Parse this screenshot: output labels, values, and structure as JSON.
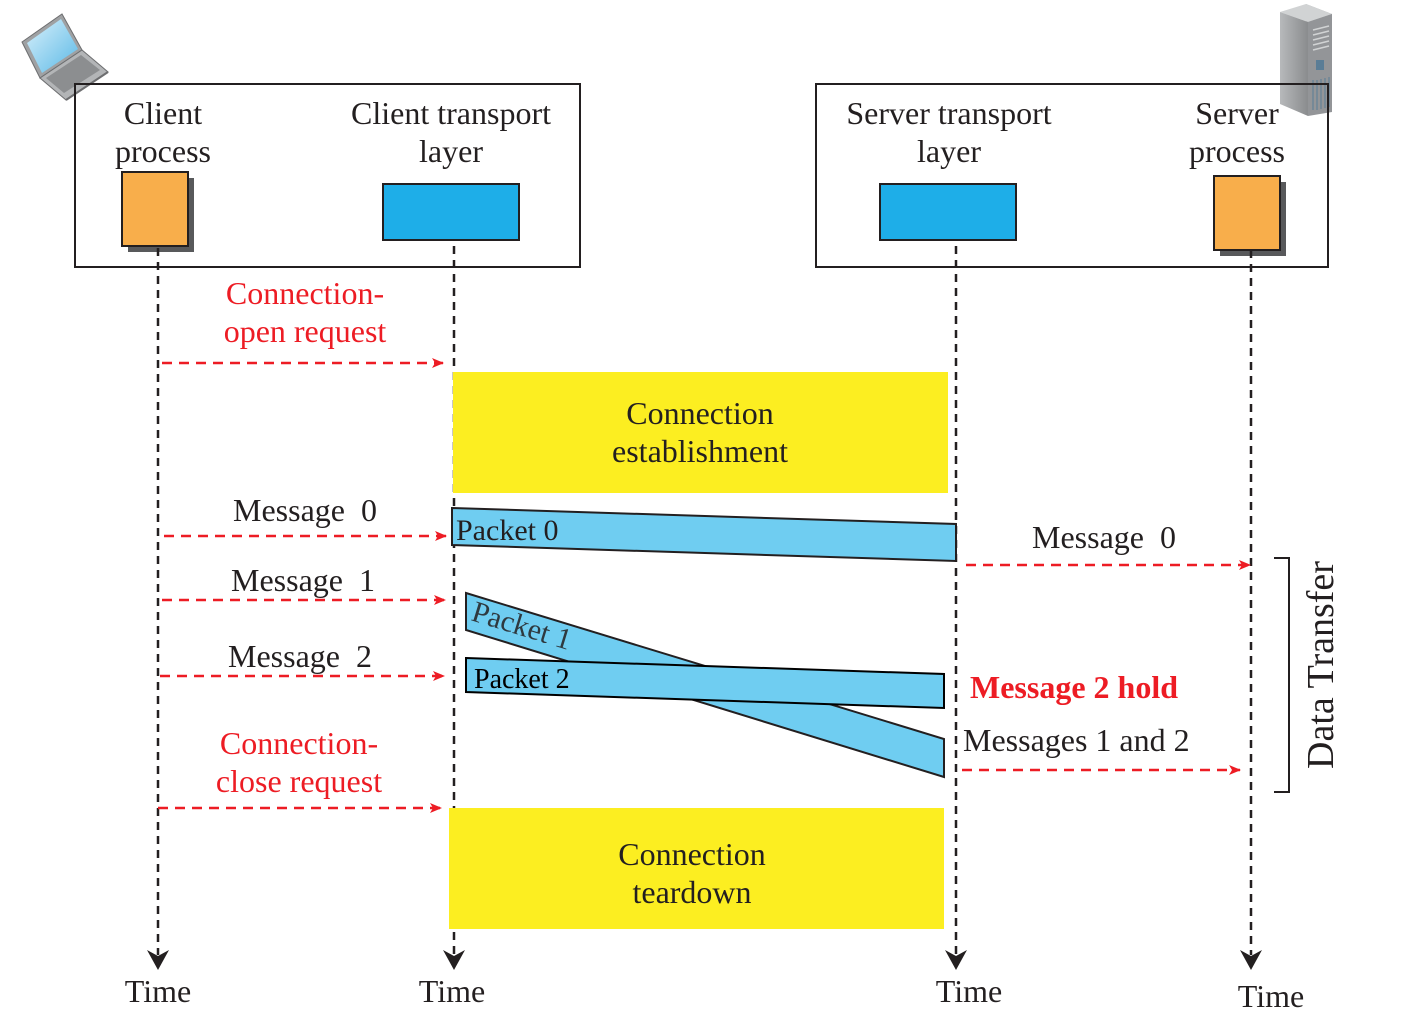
{
  "diagram": {
    "icons": {
      "client": "laptop-icon",
      "server": "server-tower-icon"
    },
    "client_box": {
      "process_label": [
        "Client",
        "process"
      ],
      "transport_label": [
        "Client transport",
        "layer"
      ]
    },
    "server_box": {
      "transport_label": [
        "Server transport",
        "layer"
      ],
      "process_label": [
        "Server",
        "process"
      ]
    },
    "colors": {
      "process_block": "#f8ae4b",
      "transport_block": "#1eaee8",
      "packet": "#6fcdf1",
      "phase_block": "#fcee21",
      "arrow": "#ed1c24",
      "text": "#231f20"
    },
    "timeline_label": "Time",
    "timelines": [
      "Time",
      "Time",
      "Time",
      "Time"
    ],
    "requests": {
      "open": [
        "Connection-",
        "open request"
      ],
      "close": [
        "Connection-",
        "close request"
      ]
    },
    "phases": {
      "establishment": [
        "Connection",
        "establishment"
      ],
      "teardown": [
        "Connection",
        "teardown"
      ]
    },
    "client_messages": [
      "Message  0",
      "Message  1",
      "Message  2"
    ],
    "packets": [
      "Packet 0",
      "Packet 1",
      "Packet 2"
    ],
    "server_deliveries": {
      "message0": "Message  0",
      "hold_note": "Message 2 hold",
      "messages12": "Messages 1 and 2"
    },
    "bracket_label": "Data Transfer"
  }
}
